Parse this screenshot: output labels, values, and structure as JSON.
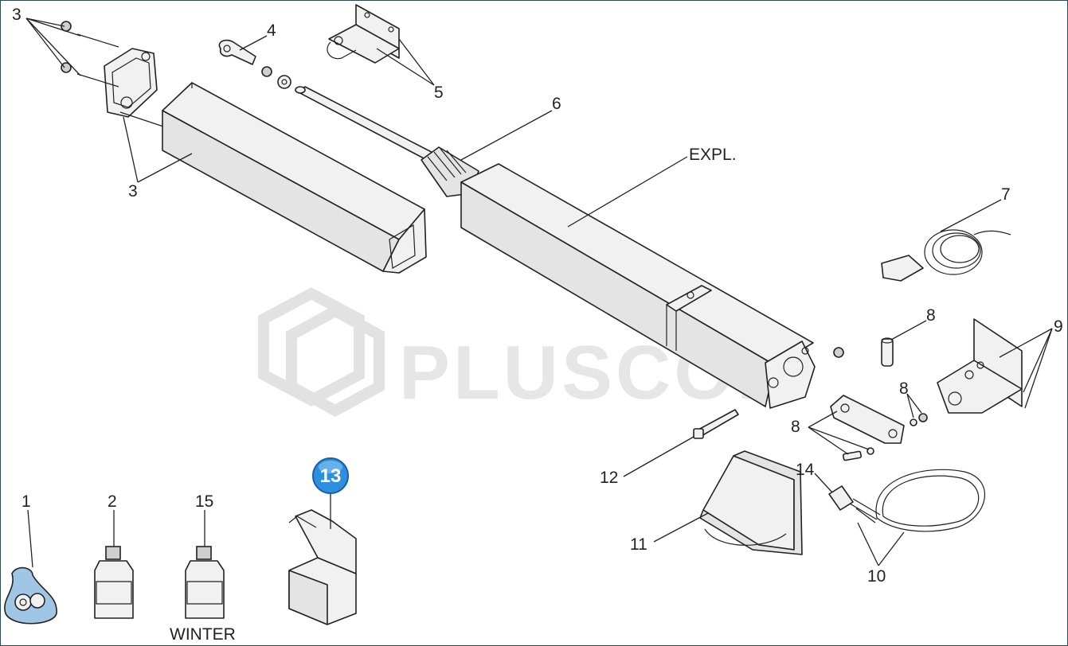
{
  "watermark": {
    "text": "PLUSCOM"
  },
  "badge": {
    "number": "13",
    "color": "#2d8fe0"
  },
  "colors": {
    "line": "#222222",
    "part_fill": "#f1f1f1",
    "bag_fill": "#9fc6e4"
  },
  "callouts": [
    {
      "id": "c3a",
      "text": "3"
    },
    {
      "id": "c4",
      "text": "4"
    },
    {
      "id": "c5",
      "text": "5"
    },
    {
      "id": "c3b",
      "text": "3"
    },
    {
      "id": "c6",
      "text": "6"
    },
    {
      "id": "cexpl",
      "text": "EXPL."
    },
    {
      "id": "c7",
      "text": "7"
    },
    {
      "id": "c8a",
      "text": "8"
    },
    {
      "id": "c9",
      "text": "9"
    },
    {
      "id": "c8b",
      "text": "8"
    },
    {
      "id": "c8c",
      "text": "8"
    },
    {
      "id": "c12",
      "text": "12"
    },
    {
      "id": "c14",
      "text": "14"
    },
    {
      "id": "c11",
      "text": "11"
    },
    {
      "id": "c10",
      "text": "10"
    },
    {
      "id": "c1",
      "text": "1"
    },
    {
      "id": "c2",
      "text": "2"
    },
    {
      "id": "c15",
      "text": "15"
    },
    {
      "id": "cwinter",
      "text": "WINTER"
    }
  ]
}
